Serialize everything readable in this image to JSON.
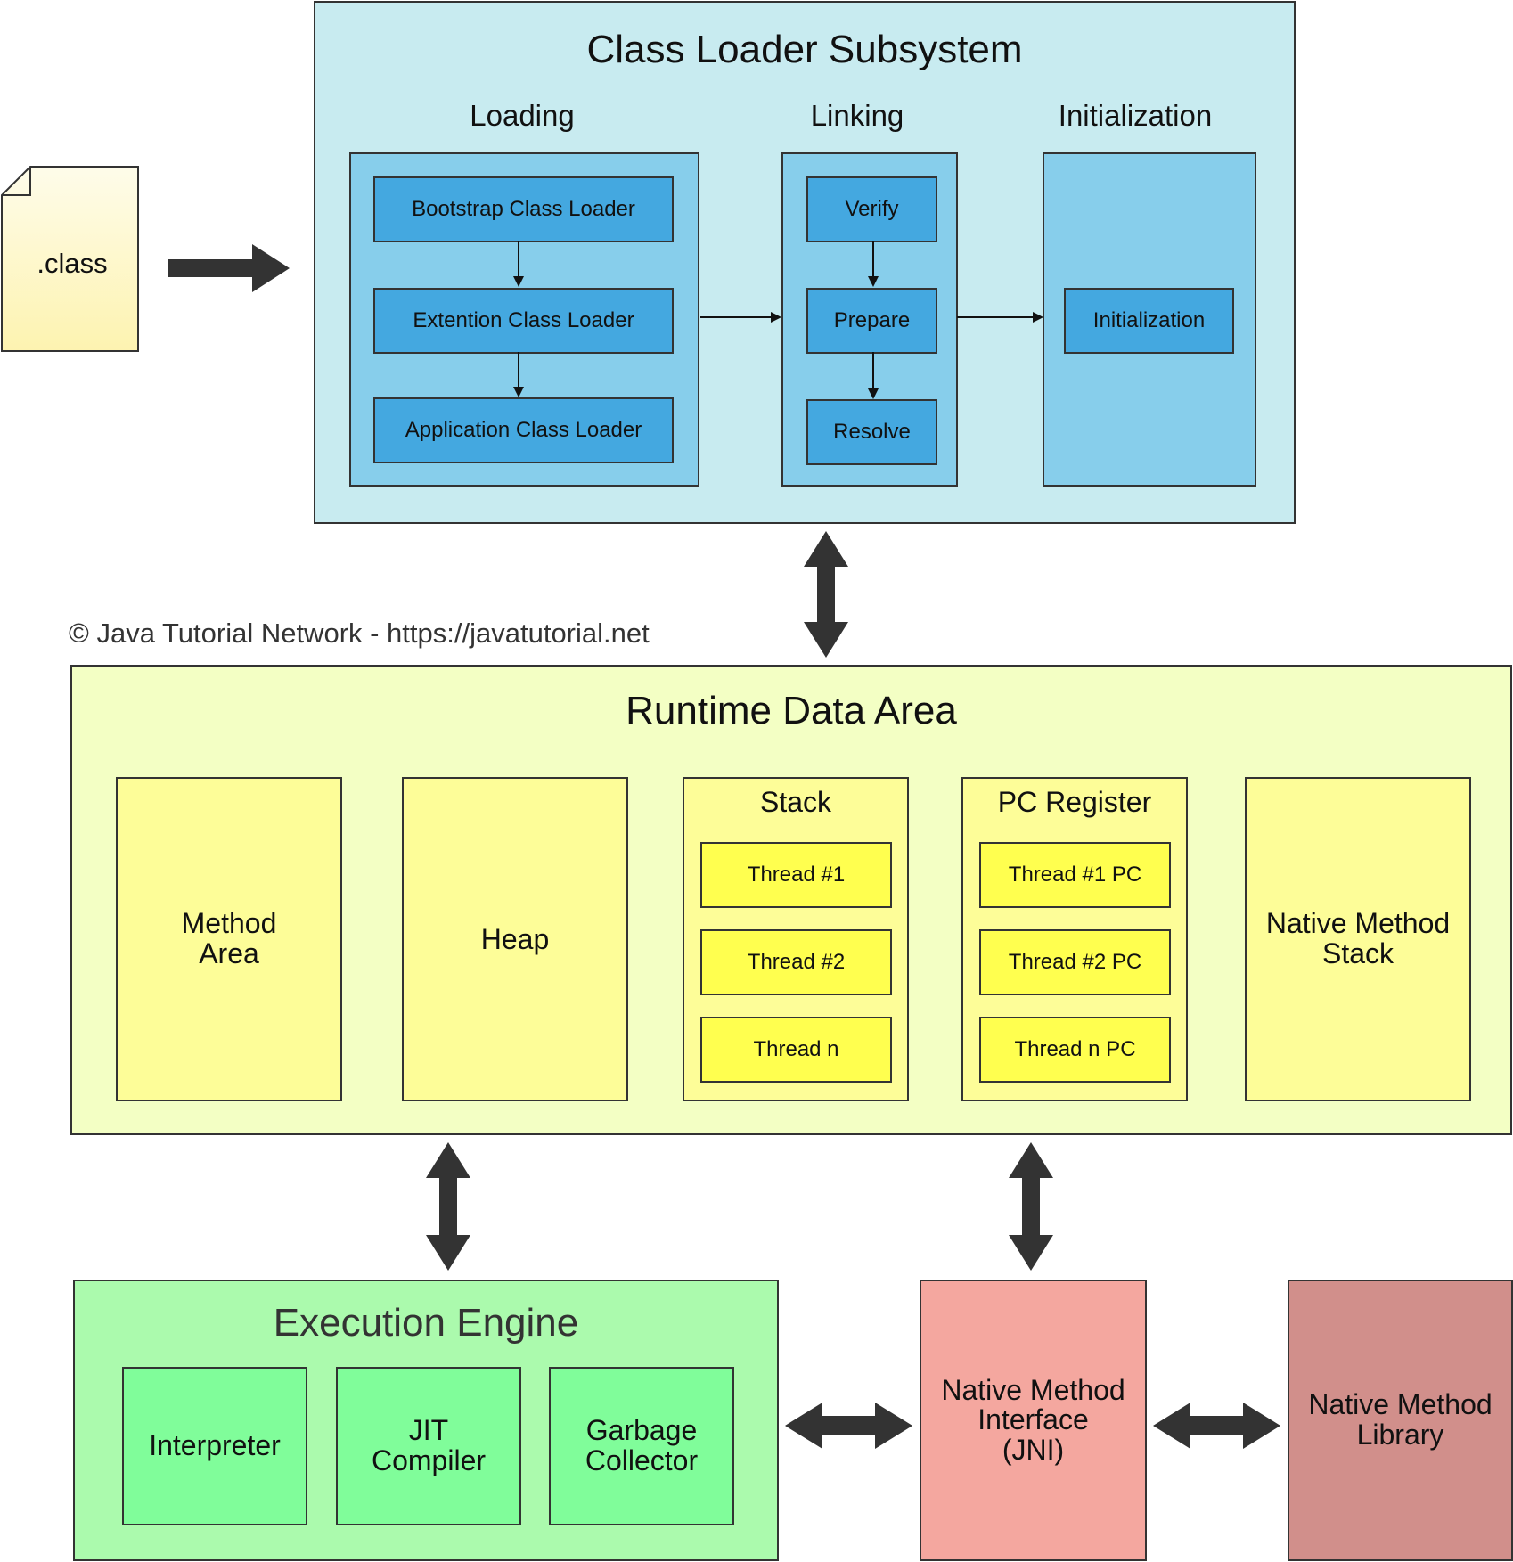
{
  "class_file": {
    "label": ".class"
  },
  "class_loader": {
    "title": "Class Loader Subsystem",
    "loading": {
      "heading": "Loading",
      "items": [
        "Bootstrap Class Loader",
        "Extention Class Loader",
        "Application Class Loader"
      ]
    },
    "linking": {
      "heading": "Linking",
      "items": [
        "Verify",
        "Prepare",
        "Resolve"
      ]
    },
    "initialization": {
      "heading": "Initialization",
      "items": [
        "Initialization"
      ]
    }
  },
  "copyright": "© Java Tutorial Network - https://javatutorial.net",
  "runtime": {
    "title": "Runtime Data Area",
    "method_area": "Method\nArea",
    "heap": "Heap",
    "stack": {
      "heading": "Stack",
      "items": [
        "Thread #1",
        "Thread #2",
        "Thread n"
      ]
    },
    "pc_register": {
      "heading": "PC Register",
      "items": [
        "Thread #1 PC",
        "Thread #2 PC",
        "Thread n PC"
      ]
    },
    "native_stack": "Native Method\nStack"
  },
  "execution": {
    "title": "Execution Engine",
    "items": [
      "Interpreter",
      "JIT\nCompiler",
      "Garbage\nCollector"
    ]
  },
  "jni": "Native Method\nInterface\n(JNI)",
  "native_library": "Native Method\nLibrary",
  "colors": {
    "class_file": "#fef7c6",
    "class_loader_bg": "#c8ebf0",
    "class_loader_group": "#87ceeb",
    "class_loader_item": "#44a8e0",
    "runtime_bg": "#f3ffc4",
    "runtime_item": "#fdfd98",
    "thread_item": "#ffff4f",
    "execution_bg": "#abfaad",
    "execution_item": "#80fd9a",
    "jni": "#f4a79f",
    "native_library": "#d18f8b",
    "arrow": "#333333"
  }
}
